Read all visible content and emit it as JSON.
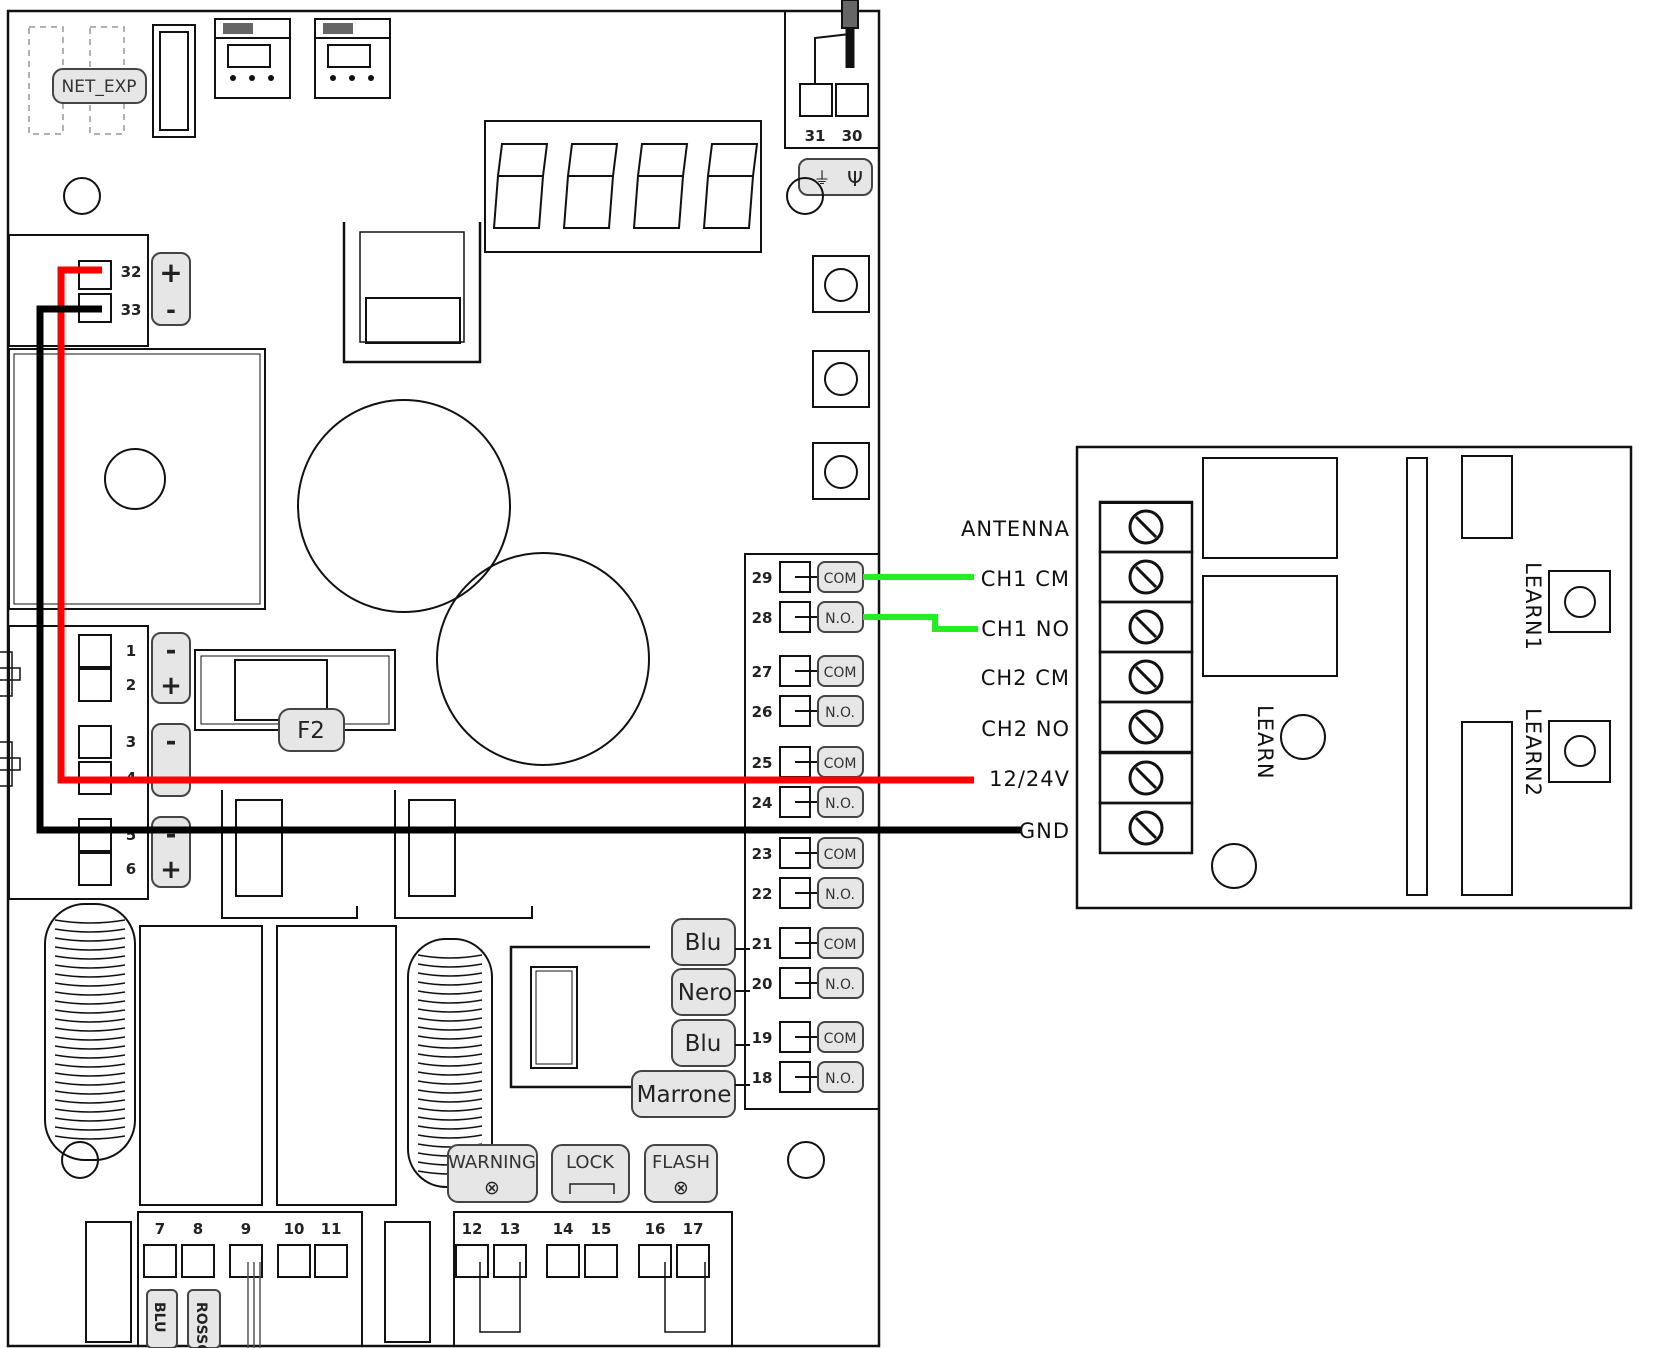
{
  "board": {
    "net_exp_label": "NET_EXP",
    "antenna_terminals": [
      "31",
      "30"
    ],
    "power_terminals": [
      "32",
      "33"
    ],
    "power_polarity": [
      "+",
      "-"
    ],
    "left_terminals": [
      "1",
      "2",
      "3",
      "4",
      "5",
      "6"
    ],
    "left_polarity": [
      "-",
      "+",
      "-",
      "-",
      "-",
      "+"
    ],
    "fuse_label": "F2",
    "right_terminals": [
      "29",
      "28",
      "27",
      "26",
      "25",
      "24",
      "23",
      "22",
      "21",
      "20",
      "19",
      "18"
    ],
    "right_tags": [
      "COM",
      "N.O.",
      "COM",
      "N.O.",
      "COM",
      "N.O.",
      "COM",
      "N.O.",
      "COM",
      "N.O.",
      "COM",
      "N.O."
    ],
    "wire_color_labels": [
      "Blu",
      "Nero",
      "Blu",
      "Marrone"
    ],
    "output_labels": [
      "WARNING",
      "LOCK",
      "FLASH"
    ],
    "bottom_terminals": [
      "7",
      "8",
      "9",
      "10",
      "11",
      "12",
      "13",
      "14",
      "15",
      "16",
      "17"
    ],
    "bottom_wire_labels": [
      "BLU",
      "ROSSO"
    ]
  },
  "receiver": {
    "terminal_labels": [
      "ANTENNA",
      "CH1 CM",
      "CH1 NO",
      "CH2 CM",
      "CH2 NO",
      "12/24V",
      "GND"
    ],
    "learn_label": "LEARN",
    "learn1_label": "LEARN1",
    "learn2_label": "LEARN2"
  },
  "colors": {
    "power_positive_wire": "#ff0000",
    "ground_wire": "#000000",
    "channel_wires": "#22ee22",
    "tag_fill": "#e6e6e6"
  }
}
